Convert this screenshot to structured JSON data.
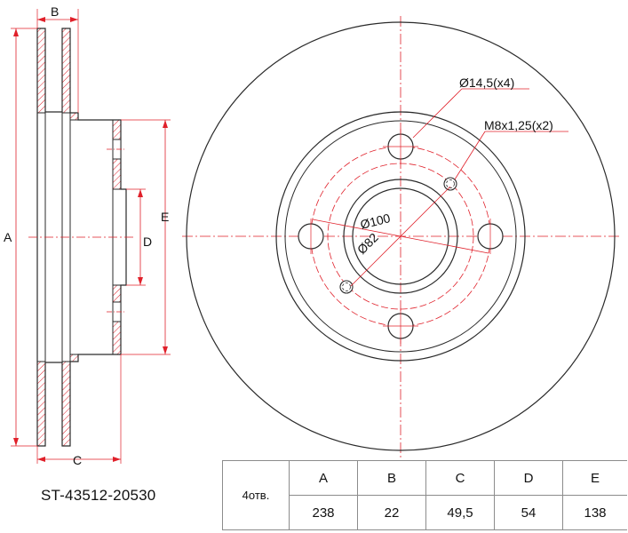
{
  "labels": {
    "dim_a": "A",
    "dim_b": "B",
    "dim_c": "C",
    "dim_d": "D",
    "dim_e": "E",
    "hole_callout": "Ø14,5(x4)",
    "thread_callout": "M8x1,25(x2)",
    "pcd_label": "Ø100",
    "bore_label": "Ø82"
  },
  "part_number": "ST-43512-20530",
  "specs": {
    "row_header": "4отв.",
    "columns": [
      "A",
      "B",
      "C",
      "D",
      "E"
    ],
    "values": [
      "238",
      "22",
      "49,5",
      "54",
      "138"
    ]
  },
  "colors": {
    "outline": "#2a2a2a",
    "centerline": "#e0202a",
    "hatch": "#e0202a",
    "table_border": "#8c8c8c"
  }
}
